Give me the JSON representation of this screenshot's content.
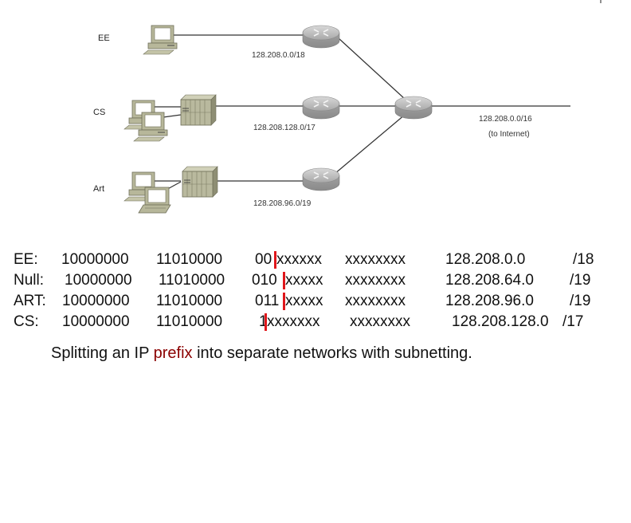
{
  "diagram": {
    "networks": [
      {
        "id": "ee",
        "label": "EE",
        "prefix": "128.208.0.0/18"
      },
      {
        "id": "cs",
        "label": "CS",
        "prefix": "128.208.128.0/17"
      },
      {
        "id": "art",
        "label": "Art",
        "prefix": "128.208.96.0/19"
      }
    ],
    "uplink": {
      "prefix": "128.208.0.0/16",
      "note": "(to Internet)"
    }
  },
  "table": {
    "rows": [
      {
        "name": "EE:",
        "octet1": "10000000",
        "octet2": "11010000",
        "fixed_bits": "00",
        "host_bits": "xxxxxx",
        "octet4": "xxxxxxxx",
        "network": "128.208.0.0",
        "mask": "/18"
      },
      {
        "name": "Null:",
        "octet1": "10000000",
        "octet2": "11010000",
        "fixed_bits": "010",
        "host_bits": "xxxxx",
        "octet4": "xxxxxxxx",
        "network": "128.208.64.0",
        "mask": "/19"
      },
      {
        "name": "ART:",
        "octet1": "10000000",
        "octet2": "11010000",
        "fixed_bits": "011",
        "host_bits": "xxxxx",
        "octet4": "xxxxxxxx",
        "network": "128.208.96.0",
        "mask": "/19"
      },
      {
        "name": "CS:",
        "octet1": "10000000",
        "octet2": "11010000",
        "fixed_bits": "1",
        "host_bits": "xxxxxxx",
        "octet4": "xxxxxxxx",
        "network": "128.208.128.0",
        "mask": "/17"
      }
    ]
  },
  "caption": {
    "before": "Splitting an IP ",
    "highlight": "prefix",
    "after": " into separate networks with subnetting."
  },
  "colors": {
    "divider": "#e0161b",
    "highlight": "#8b0000"
  }
}
